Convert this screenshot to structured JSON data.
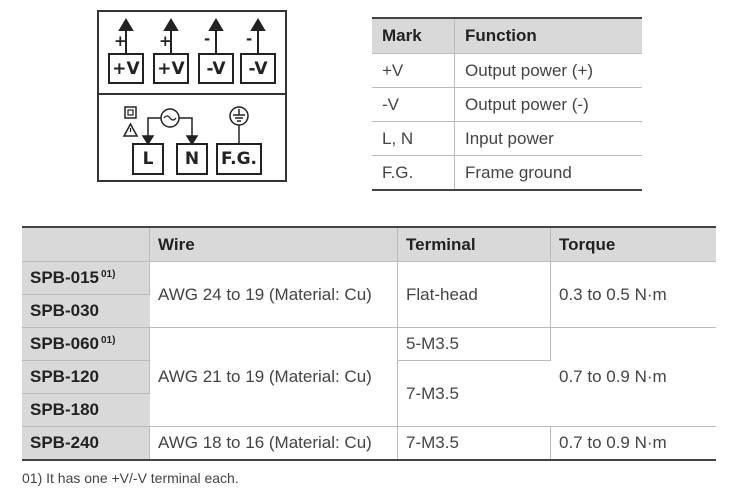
{
  "diagram": {
    "top_terminals": [
      {
        "sign": "+",
        "label": "+V"
      },
      {
        "sign": "+",
        "label": "+V"
      },
      {
        "sign": "-",
        "label": "-V"
      },
      {
        "sign": "-",
        "label": "-V"
      }
    ],
    "bottom_terminals": [
      "L",
      "N",
      "F.G."
    ]
  },
  "mark_table": {
    "headers": [
      "Mark",
      "Function"
    ],
    "rows": [
      [
        "+V",
        "Output power (+)"
      ],
      [
        "-V",
        "Output power (-)"
      ],
      [
        "L, N",
        "Input power"
      ],
      [
        "F.G.",
        "Frame ground"
      ]
    ]
  },
  "spec_table": {
    "headers": [
      "",
      "Wire",
      "Terminal",
      "Torque"
    ],
    "models": {
      "spb015": "SPB-015",
      "spb030": "SPB-030",
      "spb060": "SPB-060",
      "spb120": "SPB-120",
      "spb180": "SPB-180",
      "spb240": "SPB-240"
    },
    "note_mark": "01)",
    "wire": {
      "g1": "AWG 24 to 19 (Material: Cu)",
      "g2": "AWG 21 to 19 (Material: Cu)",
      "g3": "AWG 18 to 16 (Material: Cu)"
    },
    "terminal": {
      "g1": "Flat-head",
      "g2a": "5-M3.5",
      "g2b": "7-M3.5",
      "g3": "7-M3.5"
    },
    "torque": {
      "g1": "0.3 to 0.5 N·m",
      "g2": "0.7 to 0.9 N·m",
      "g3": "0.7 to 0.9 N·m"
    }
  },
  "footnote": "01) It has one +V/-V terminal each."
}
